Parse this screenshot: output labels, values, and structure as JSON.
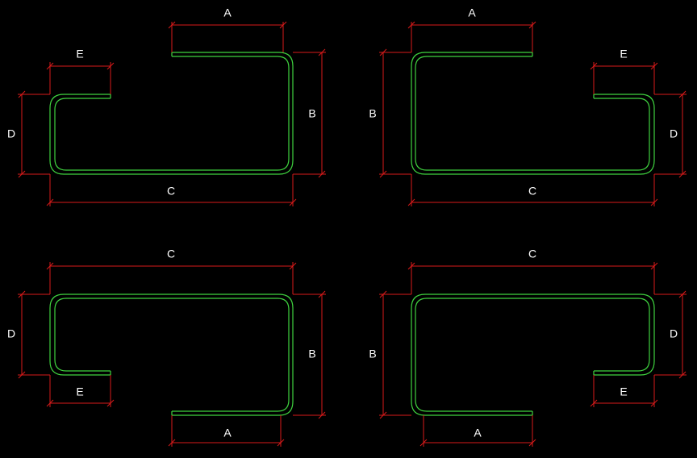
{
  "colors": {
    "background": "#000000",
    "bar": "#3fd33f",
    "dimension": "#d81a1a",
    "text": "#ffffff"
  },
  "shapes": [
    {
      "id": "top-left",
      "labels": {
        "A": "A",
        "B": "B",
        "C": "C",
        "D": "D",
        "E": "E"
      }
    },
    {
      "id": "top-right",
      "labels": {
        "A": "A",
        "B": "B",
        "C": "C",
        "D": "D",
        "E": "E"
      }
    },
    {
      "id": "bottom-left",
      "labels": {
        "A": "A",
        "B": "B",
        "C": "C",
        "D": "D",
        "E": "E"
      }
    },
    {
      "id": "bottom-right",
      "labels": {
        "A": "A",
        "B": "B",
        "C": "C",
        "D": "D",
        "E": "E"
      }
    }
  ]
}
